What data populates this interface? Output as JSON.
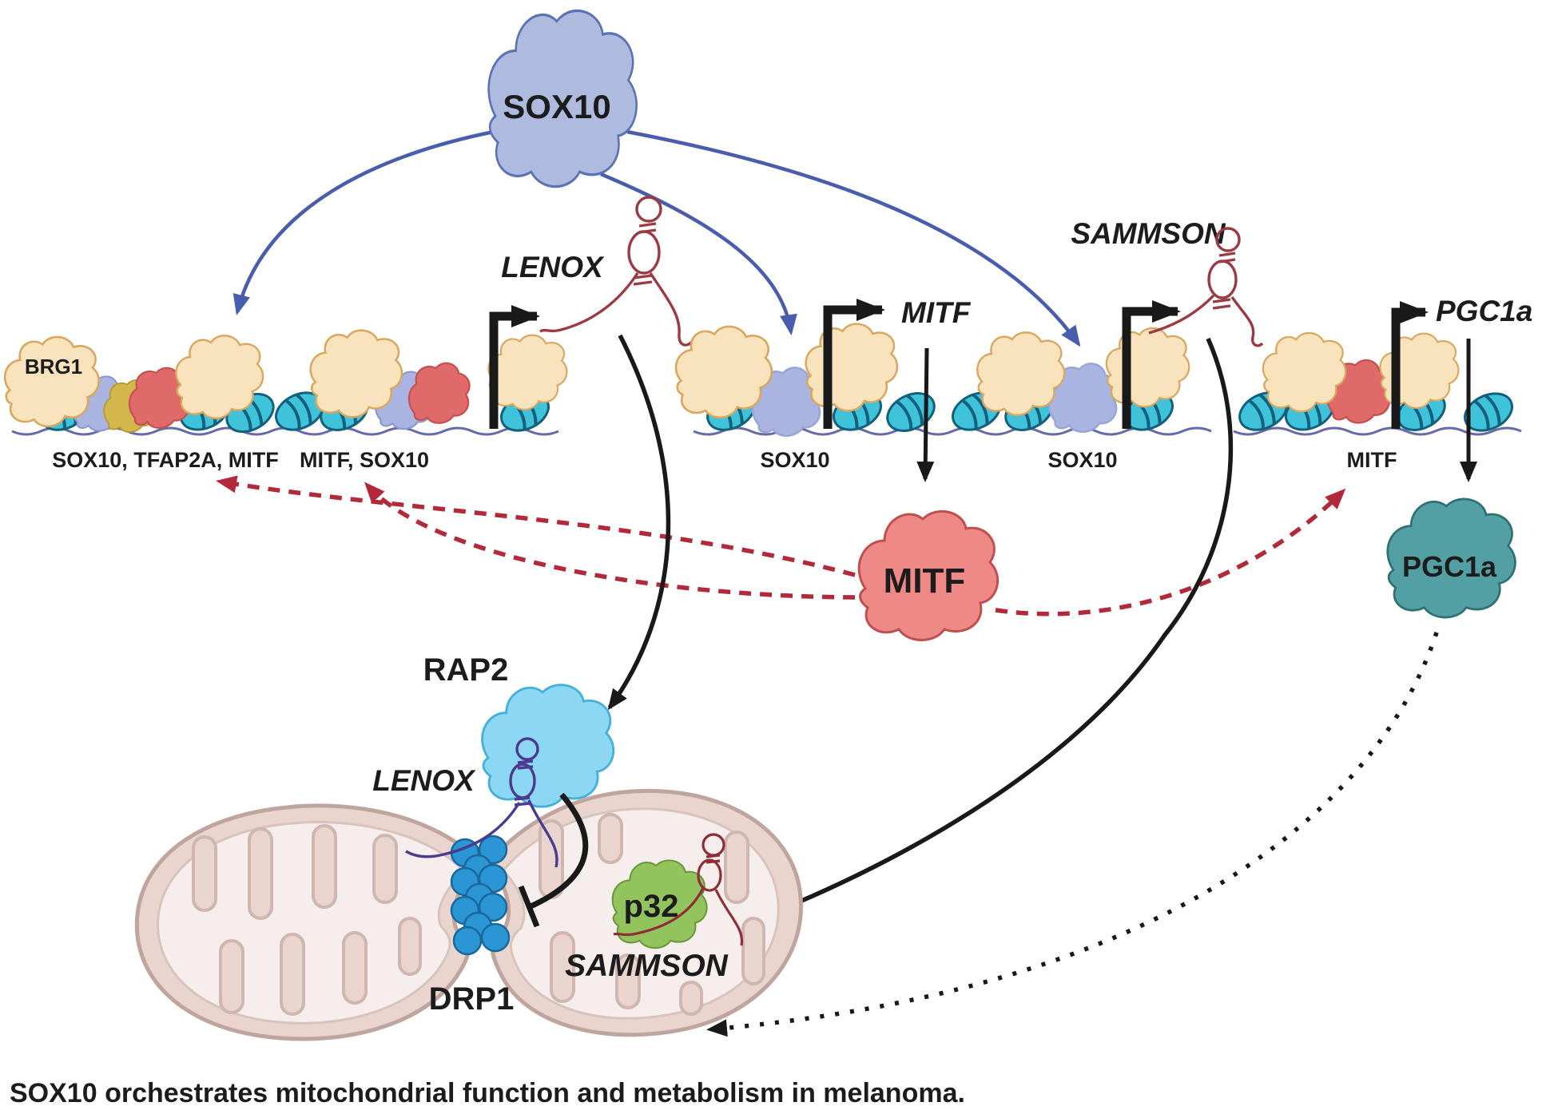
{
  "figure": {
    "caption": "SOX10 orchestrates mitochondrial function and metabolism in melanoma.",
    "proteins": {
      "sox10": "SOX10",
      "brg1": "BRG1",
      "mitf": "MITF",
      "pgc1a": "PGC1a",
      "rap2": "RAP2",
      "drp1": "DRP1",
      "p32": "p32"
    },
    "genes": {
      "lenox": "LENOX",
      "mitf": "MITF",
      "sammson": "SAMMSON",
      "pgc1a": "PGC1a"
    },
    "rna_labels": {
      "lenox_mito": "LENOX",
      "sammson_mito": "SAMMSON"
    },
    "locus_labels": {
      "lenox_enhancer": "SOX10, TFAP2A, MITF",
      "lenox_promoter": "MITF, SOX10",
      "mitf_promoter": "SOX10",
      "sammson_promoter": "SOX10",
      "pgc1a_promoter": "MITF"
    },
    "colors": {
      "sox10_blob": "#aebbdf",
      "sox10_blob_stroke": "#5b72b4",
      "blue_arrow": "#4a5cad",
      "cream_blob": "#f8e3bd",
      "cream_stroke": "#d9a760",
      "nucleosome": "#3fc3da",
      "nucleosome_stroke": "#13607c",
      "blue_tf": "#a9b4e0",
      "yellow_tf": "#d3b74d",
      "red_tf": "#e0696a",
      "dna": "#666aa8",
      "black": "#191919",
      "rna_red": "#9b3a42",
      "rna_purple": "#4b3b8f",
      "mitf_blob": "#ee8987",
      "mitf_stroke": "#c0504e",
      "pgc1a_blob": "#53a0a4",
      "pgc1a_stroke": "#2e7175",
      "rap2_blob": "#8cd7f3",
      "rap2_stroke": "#45b0da",
      "p32_blob": "#93c35d",
      "p32_stroke": "#679939",
      "drp1_bead": "#2a97d4",
      "drp1_bead_stroke": "#19679c",
      "mito_outer": "#e9d4ce",
      "mito_stroke": "#c0a49e",
      "mito_inner": "#f6eeec",
      "red_dashed": "#b2293a"
    }
  }
}
